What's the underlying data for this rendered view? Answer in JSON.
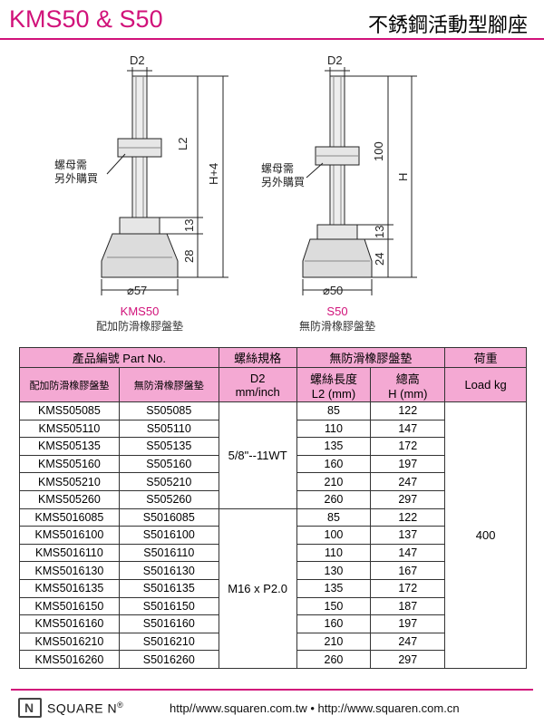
{
  "header": {
    "title_left": "KMS50 & S50",
    "title_right": "不銹鋼活動型腳座"
  },
  "drawing_left": {
    "d2": "D2",
    "l2": "L2",
    "h": "H+4",
    "nut_note_1": "螺母需",
    "nut_note_2": "另外購買",
    "dim_13": "13",
    "dim_28": "28",
    "dia": "⌀57",
    "model": "KMS50",
    "desc": "配加防滑橡膠盤墊"
  },
  "drawing_right": {
    "d2": "D2",
    "l2": "100",
    "h": "H",
    "nut_note_1": "螺母需",
    "nut_note_2": "另外購買",
    "dim_13": "13",
    "dim_24": "24",
    "dia": "⌀50",
    "model": "S50",
    "desc": "無防滑橡膠盤墊"
  },
  "table": {
    "h_partno": "產品編號 Part No.",
    "h_thread": "螺絲規格",
    "h_nopad": "無防滑橡膠盤墊",
    "h_load": "荷重",
    "h_with_pad": "配加防滑橡膠盤墊",
    "h_without_pad": "無防滑橡膠盤墊",
    "h_d2": "D2",
    "h_d2_unit": "mm/inch",
    "h_l2": "螺絲長度",
    "h_l2_unit": "L2 (mm)",
    "h_h": "總高",
    "h_h_unit": "H (mm)",
    "h_loadkg": "Load kg",
    "thread_a": "5/8\"--11WT",
    "thread_b": "M16 x P2.0",
    "load": "400",
    "rows": [
      [
        "KMS505085",
        "S505085",
        "85",
        "122"
      ],
      [
        "KMS505110",
        "S505110",
        "110",
        "147"
      ],
      [
        "KMS505135",
        "S505135",
        "135",
        "172"
      ],
      [
        "KMS505160",
        "S505160",
        "160",
        "197"
      ],
      [
        "KMS505210",
        "S505210",
        "210",
        "247"
      ],
      [
        "KMS505260",
        "S505260",
        "260",
        "297"
      ],
      [
        "KMS5016085",
        "S5016085",
        "85",
        "122"
      ],
      [
        "KMS5016100",
        "S5016100",
        "100",
        "137"
      ],
      [
        "KMS5016110",
        "S5016110",
        "110",
        "147"
      ],
      [
        "KMS5016130",
        "S5016130",
        "130",
        "167"
      ],
      [
        "KMS5016135",
        "S5016135",
        "135",
        "172"
      ],
      [
        "KMS5016150",
        "S5016150",
        "150",
        "187"
      ],
      [
        "KMS5016160",
        "S5016160",
        "160",
        "197"
      ],
      [
        "KMS5016210",
        "S5016210",
        "210",
        "247"
      ],
      [
        "KMS5016260",
        "S5016260",
        "260",
        "297"
      ]
    ]
  },
  "footer": {
    "logo": "N",
    "brand": "SQUARE N",
    "reg": "®",
    "urls": "http//www.squaren.com.tw • http://www.squaren.com.cn"
  },
  "colors": {
    "accent": "#d1127a",
    "table_header": "#f4a9d3"
  }
}
